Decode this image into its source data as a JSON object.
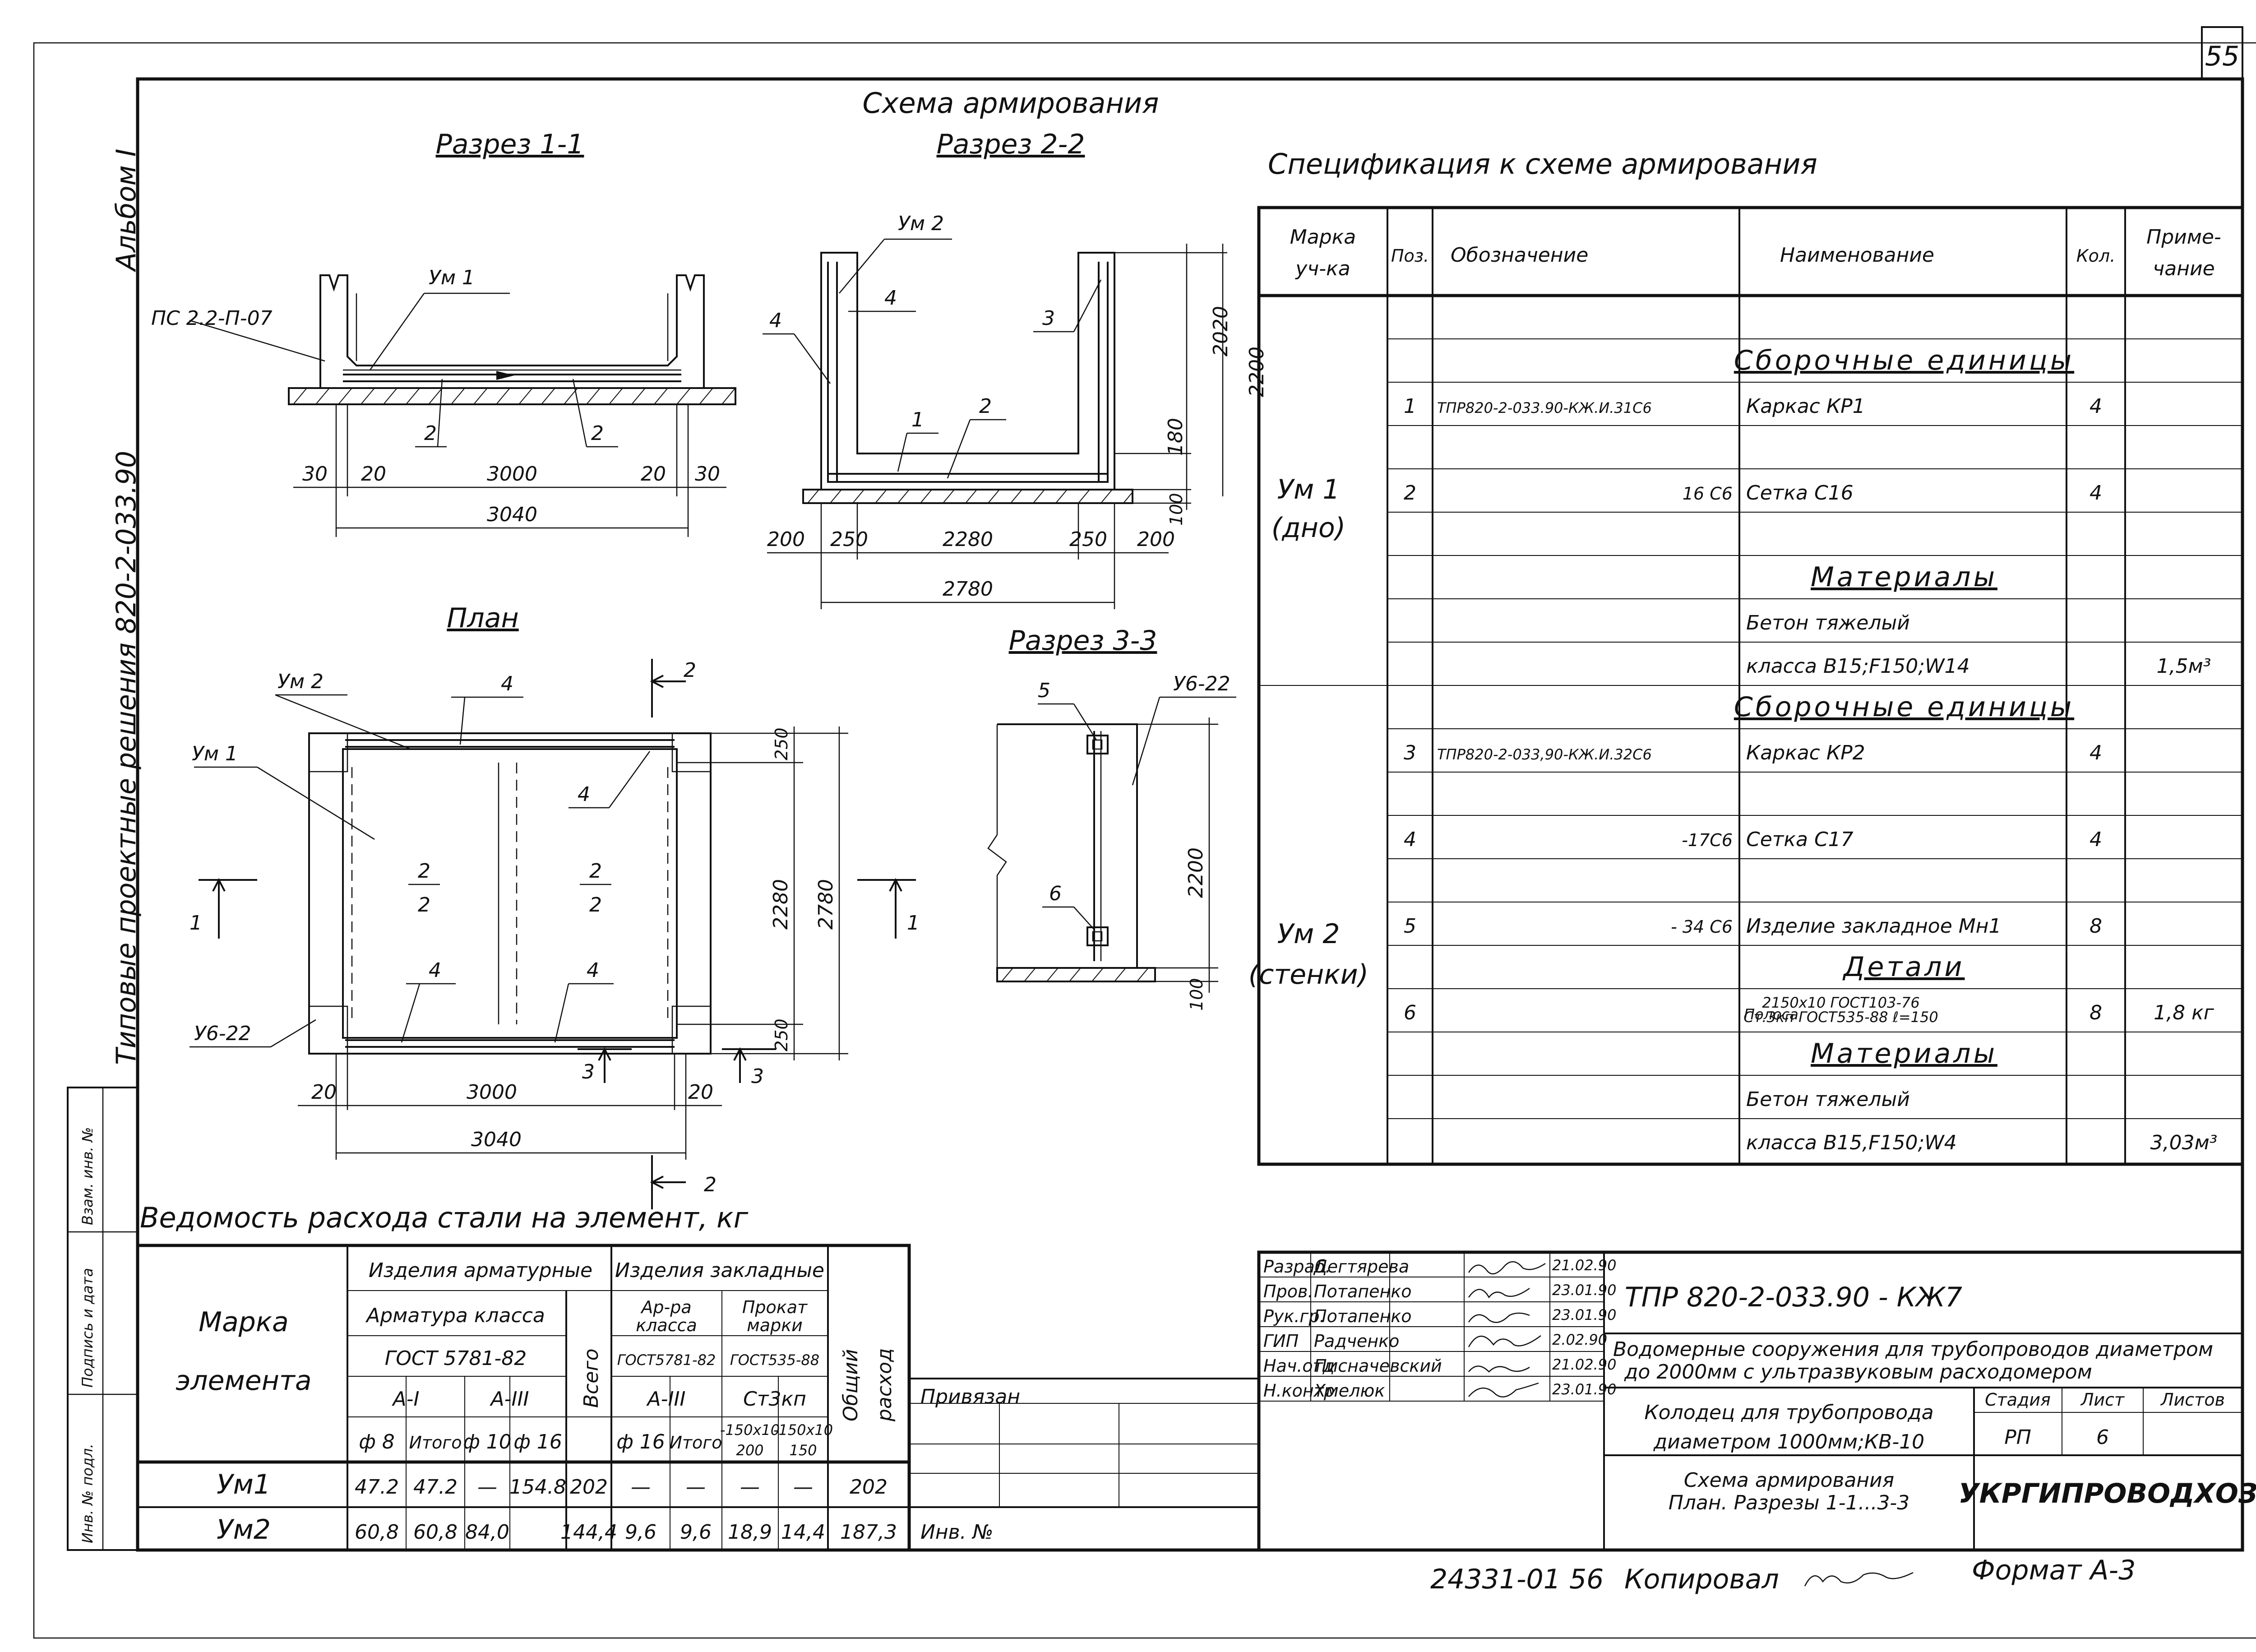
{
  "sheet_number": "55",
  "album_vertical": "Альбом I",
  "series_vertical": "Типовые проектные решения 820-2-033.90",
  "stamp_vertical": [
    "Инв. № подл.",
    "Подпись и дата",
    "Взам. инв. №"
  ],
  "main_title": "Схема армирования",
  "section_1_1": {
    "title": "Разрез 1-1",
    "labels": {
      "ps": "ПС 2.2-П-07",
      "um1": "Ум 1",
      "m2a": "2",
      "m2b": "2"
    },
    "dims": {
      "d30a": "30",
      "d20a": "20",
      "d3000": "3000",
      "d20b": "20",
      "d30b": "30",
      "d3040": "3040"
    }
  },
  "section_2_2": {
    "title": "Разрез 2-2",
    "labels": {
      "um2": "Ум 2",
      "m4a": "4",
      "m4b": "4",
      "m3": "3",
      "m1": "1",
      "m2": "2"
    },
    "dims": {
      "d200a": "200",
      "d250a": "250",
      "d2280": "2280",
      "d250b": "250",
      "d200b": "200",
      "d2780": "2780",
      "d2020": "2020",
      "d2200": "2200",
      "d180": "180",
      "d100": "100"
    }
  },
  "plan": {
    "title": "План",
    "labels": {
      "um2": "Ум 2",
      "um1": "Ум 1",
      "m4a": "4",
      "m4b": "4",
      "m4c": "4",
      "m4d": "4",
      "frac_top_l": "2",
      "frac_bot_l": "2",
      "frac_top_r": "2",
      "frac_bot_r": "2",
      "u6": "У6-22",
      "cut1a": "1",
      "cut1b": "1",
      "cut2a": "2",
      "cut2b": "2",
      "cut3a": "3",
      "cut3b": "3"
    },
    "dims": {
      "d250a": "250",
      "d2280": "2280",
      "d2780": "2780",
      "d250b": "250",
      "d20a": "20",
      "d3000": "3000",
      "d20b": "20",
      "d3040": "3040"
    }
  },
  "section_3_3": {
    "title": "Разрез 3-3",
    "labels": {
      "m5": "5",
      "u6": "У6-22",
      "m6": "6"
    },
    "dims": {
      "d2200": "2200",
      "d100": "100"
    }
  },
  "spec": {
    "title": "Спецификация к схеме армирования",
    "headers": {
      "mark": "Марка уч-ка",
      "pos": "Поз.",
      "designation": "Обозначение",
      "name": "Наименование",
      "qty": "Кол.",
      "note": "Приме- чание"
    },
    "groups": {
      "um1": "Ум 1",
      "um1_sub": "(дно)",
      "um2": "Ум 2",
      "um2_sub": "(стенки)"
    },
    "rows": [
      {
        "pos": "",
        "designation": "",
        "name": "",
        "qty": "",
        "note": ""
      },
      {
        "pos": "",
        "designation": "",
        "name": "Сборочные единицы",
        "qty": "",
        "note": ""
      },
      {
        "pos": "1",
        "designation": "ТПР820-2-033.90-КЖ.И.31С6",
        "name": "Каркас КР1",
        "qty": "4",
        "note": ""
      },
      {
        "pos": "",
        "designation": "",
        "name": "",
        "qty": "",
        "note": ""
      },
      {
        "pos": "2",
        "designation": "16 С6",
        "name": "Сетка С16",
        "qty": "4",
        "note": ""
      },
      {
        "pos": "",
        "designation": "",
        "name": "",
        "qty": "",
        "note": ""
      },
      {
        "pos": "",
        "designation": "",
        "name": "Материалы",
        "qty": "",
        "note": ""
      },
      {
        "pos": "",
        "designation": "",
        "name": "Бетон тяжелый",
        "qty": "",
        "note": ""
      },
      {
        "pos": "",
        "designation": "",
        "name": "класса В15;F150;W14",
        "qty": "",
        "note": "1,5м³"
      },
      {
        "pos": "",
        "designation": "",
        "name": "Сборочные единицы",
        "qty": "",
        "note": ""
      },
      {
        "pos": "3",
        "designation": "ТПР820-2-033,90-КЖ.И.32С6",
        "name": "Каркас КР2",
        "qty": "4",
        "note": ""
      },
      {
        "pos": "",
        "designation": "",
        "name": "",
        "qty": "",
        "note": ""
      },
      {
        "pos": "4",
        "designation": "-17С6",
        "name": "Сетка С17",
        "qty": "4",
        "note": ""
      },
      {
        "pos": "",
        "designation": "",
        "name": "",
        "qty": "",
        "note": ""
      },
      {
        "pos": "5",
        "designation": "- 34 С6",
        "name": "Изделие закладное Мн1",
        "qty": "8",
        "note": ""
      },
      {
        "pos": "",
        "designation": "",
        "name": "Детали",
        "qty": "",
        "note": ""
      },
      {
        "pos": "6",
        "designation": "",
        "name": "Полоса 2150х10 ГОСТ103-76 / Ст.3кп ГОСТ535-88 ℓ=150",
        "qty": "8",
        "note": "1,8 кг"
      },
      {
        "pos": "",
        "designation": "",
        "name": "Материалы",
        "qty": "",
        "note": ""
      },
      {
        "pos": "",
        "designation": "",
        "name": "Бетон тяжелый",
        "qty": "",
        "note": ""
      },
      {
        "pos": "",
        "designation": "",
        "name": "класса В15,F150;W4",
        "qty": "",
        "note": "3,03м³"
      }
    ]
  },
  "steel": {
    "title": "Ведомость расхода стали на элемент, кг",
    "headers": {
      "mark": "Марка элемента",
      "arm": "Изделия арматурные",
      "arm_class": "Арматура класса",
      "gost_arm": "ГОСТ 5781-82",
      "ai": "А-I",
      "aiii": "А-III",
      "f8": "ф 8",
      "itog1": "Итого",
      "f10": "ф 10",
      "f16": "ф 16",
      "vsego": "Всего",
      "emb": "Изделия закладные",
      "emb_arm": "Ар-ра класса",
      "emb_prof": "Прокат марки",
      "gost5781": "ГОСТ5781-82",
      "gost535": "ГОСТ535-88",
      "aiii2": "А-III",
      "st3": "Ст3кп",
      "f16b": "ф 16",
      "itog2": "Итого",
      "p1": "-150х10 200",
      "p2": "-150х10 150",
      "total": "Общий расход"
    },
    "rows": [
      {
        "mark": "Ум1",
        "f8": "47.2",
        "itog": "47.2",
        "f10": "—",
        "f16": "154.8",
        "vsego": "202",
        "ef16": "—",
        "eitog": "—",
        "p1": "—",
        "p2": "—",
        "total": "202"
      },
      {
        "mark": "Ум2",
        "f8": "60,8",
        "itog": "60,8",
        "f10": "84,0",
        "f16": "",
        "vsego": "144,4",
        "ef16": "9,6",
        "eitog": "9,6",
        "p1": "18,9",
        "p2": "14,4",
        "total": "187,3"
      }
    ]
  },
  "binding": {
    "privyazan": "Привязан",
    "inv": "Инв. №"
  },
  "title_block": {
    "code": "ТПР 820-2-033.90 - КЖ7",
    "roles": [
      "Разраб.",
      "Пров.",
      "Рук.гр.",
      "ГИП",
      "Нач.отд",
      "Н.контр"
    ],
    "names": [
      "Дегтярева",
      "Потапенко",
      "Потапенко",
      "Радченко",
      "Писначевский",
      "Хмелюк"
    ],
    "dates": [
      "21.02.90",
      "23.01.90",
      "23.01.90",
      "2.02.90",
      "21.02.90",
      "23.01.90"
    ],
    "project_line1": "Водомерные сооружения для трубопроводов диаметром",
    "project_line2": "до 2000мм с ультразвуковым расходомером",
    "object_line1": "Колодец для трубопровода",
    "object_line2": "диаметром 1000мм;КВ-10",
    "drawing_line1": "Схема армирования",
    "drawing_line2": "План. Разрезы 1-1...3-3",
    "stage_h": "Стадия",
    "sheet_h": "Лист",
    "sheets_h": "Листов",
    "stage": "РП",
    "sheet": "6",
    "sheets": "",
    "org": "УКРГИПРОВОДХОЗ"
  },
  "footer": {
    "inv_num": "24331-01 56",
    "copied": "Копировал",
    "format": "Формат А-3"
  }
}
